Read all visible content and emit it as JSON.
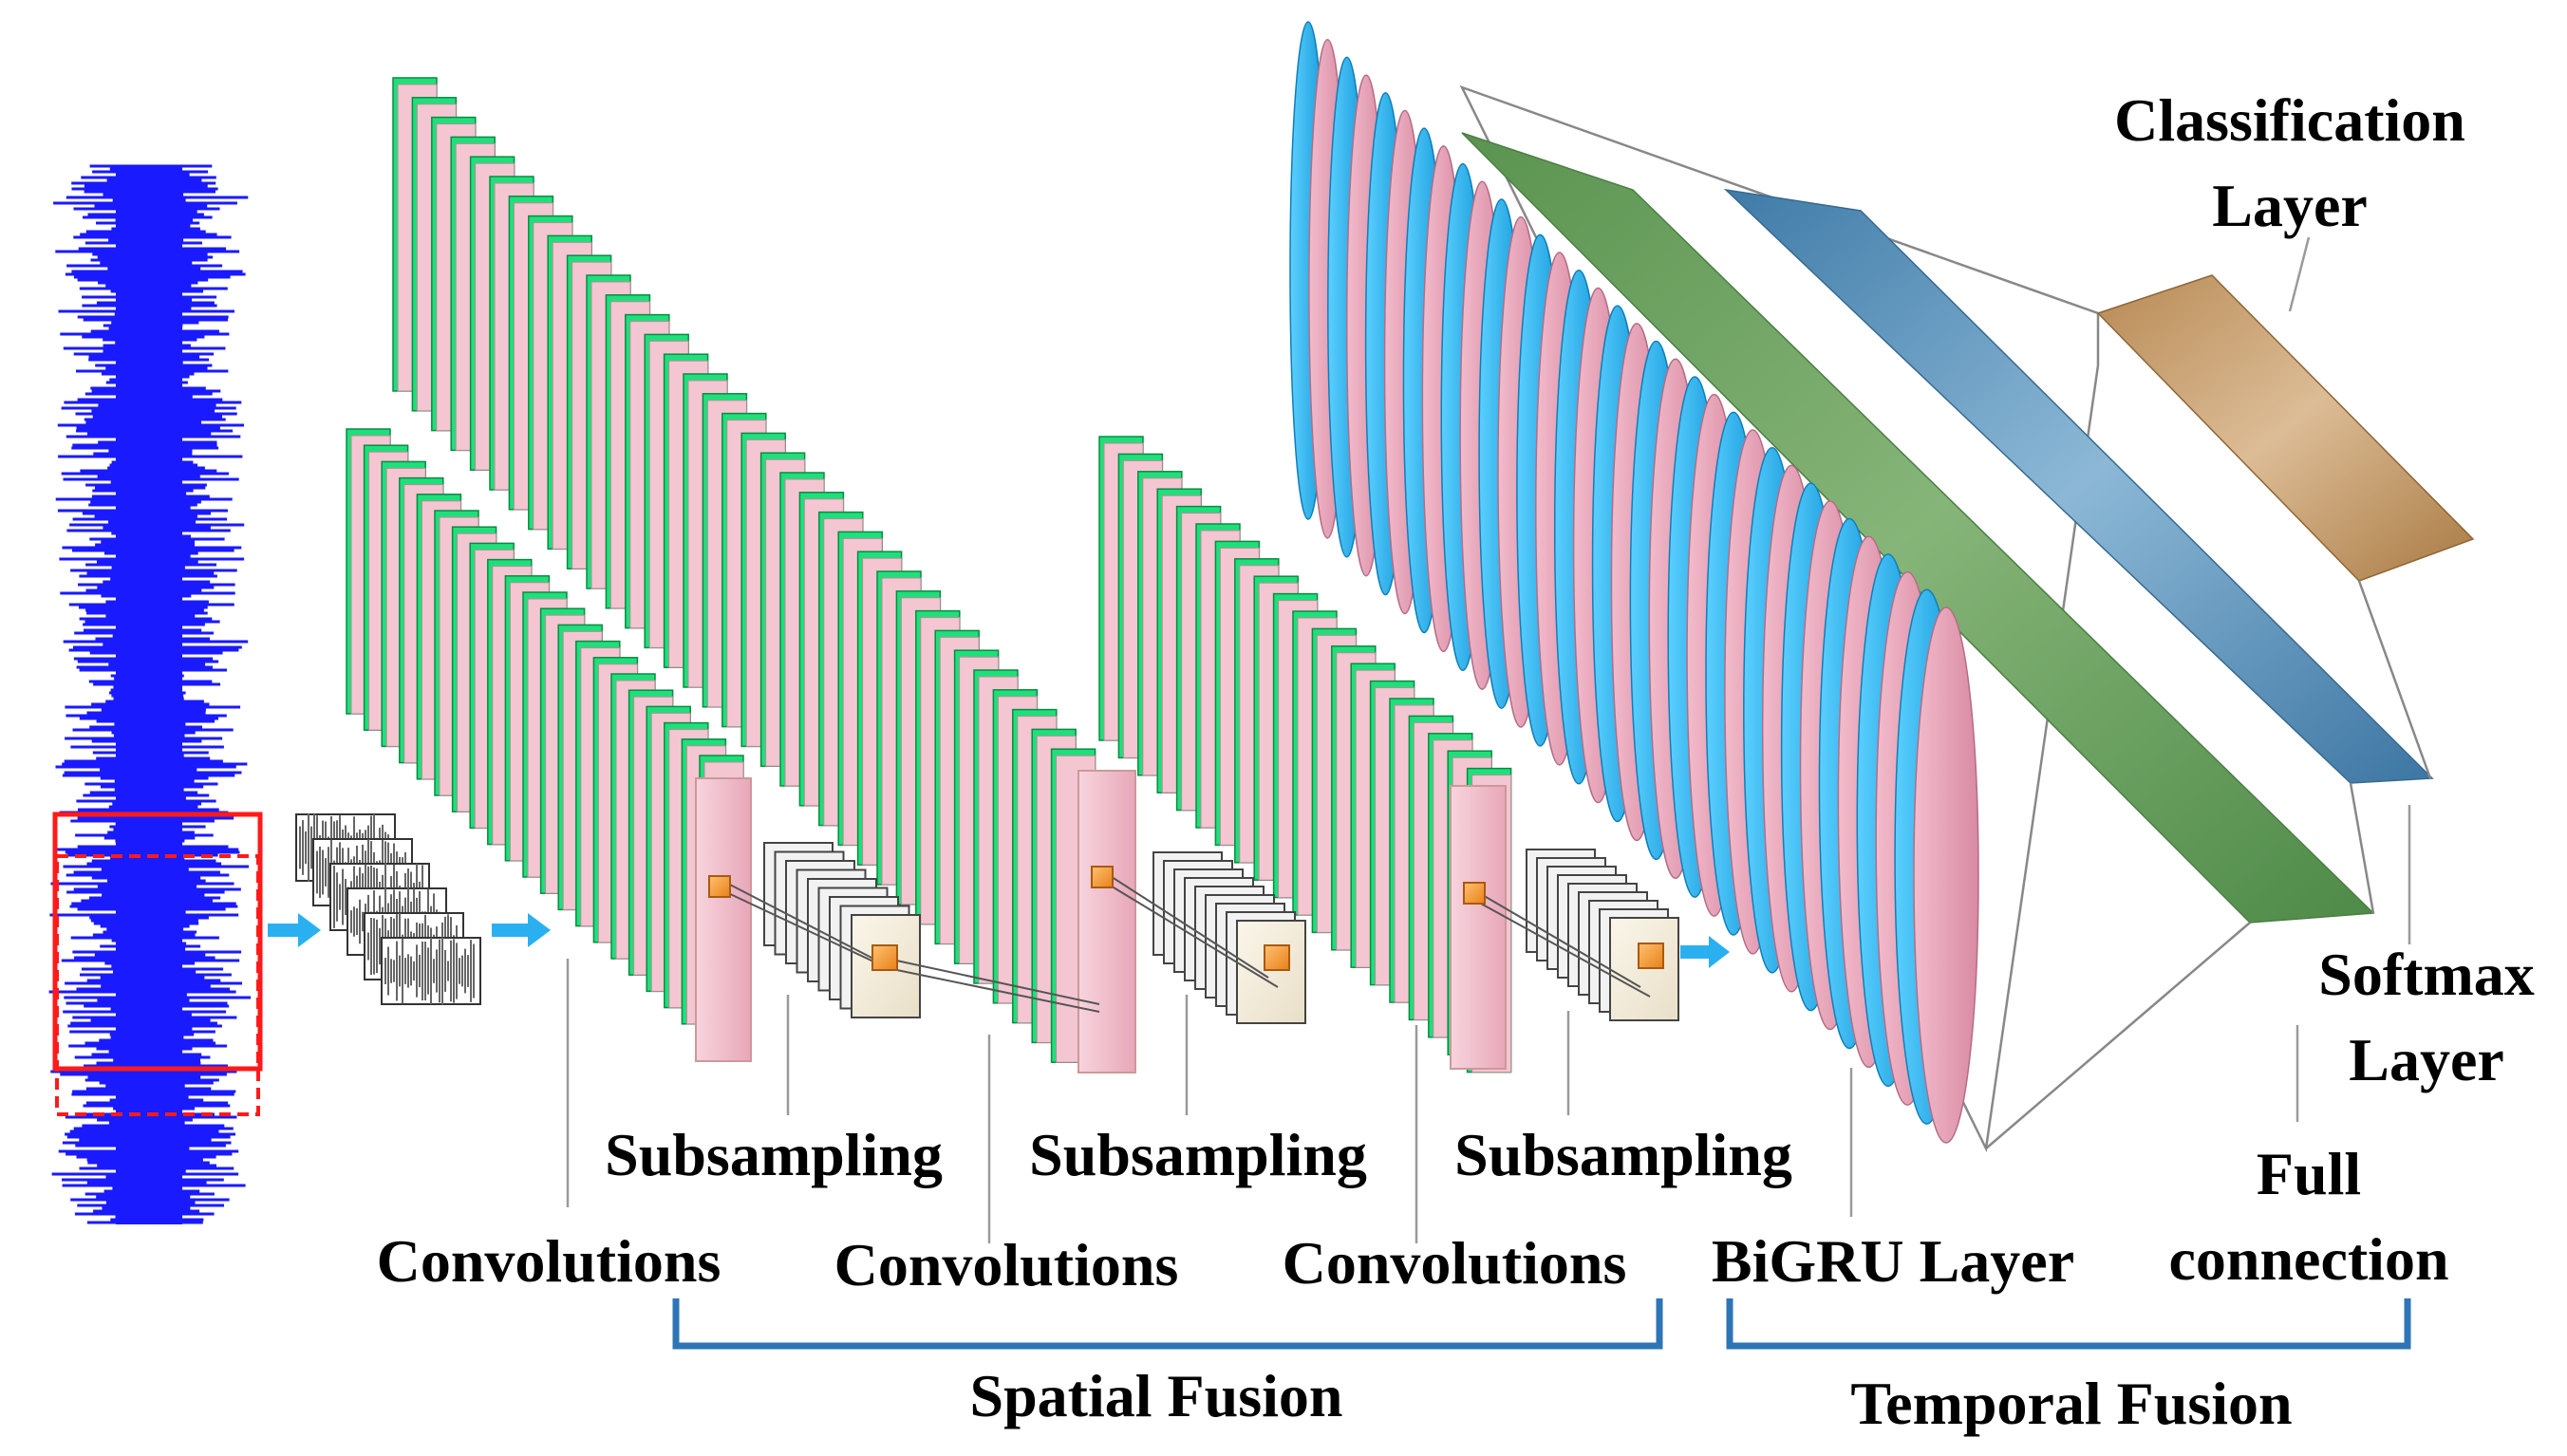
{
  "labels": {
    "subsampling_1": "Subsampling",
    "subsampling_2": "Subsampling",
    "subsampling_3": "Subsampling",
    "convolutions_1": "Convolutions",
    "convolutions_2": "Convolutions",
    "convolutions_3": "Convolutions",
    "bigru_layer": "BiGRU Layer",
    "full_connection_line1": "Full",
    "full_connection_line2": "connection",
    "softmax_line1": "Softmax",
    "softmax_line2": "Layer",
    "classification_line1": "Classification",
    "classification_line2": "Layer"
  },
  "groups": {
    "spatial_fusion": "Spatial Fusion",
    "temporal_fusion": "Temporal Fusion"
  },
  "colors": {
    "signal": "#1a1aff",
    "window_box": "#ff1a1a",
    "arrow": "#2ab0f0",
    "feature_map_green": "#1ee07a",
    "feature_map_pink": "#f4c6d2",
    "bigru_blue": "#25b4ee",
    "bigru_pink": "#e79ab0",
    "full_connection_green": "#5f9a55",
    "softmax_blue": "#4d88b2",
    "classification_tan": "#c8a070",
    "bracket": "#2e75b6",
    "kernel": "#f39a2c"
  }
}
